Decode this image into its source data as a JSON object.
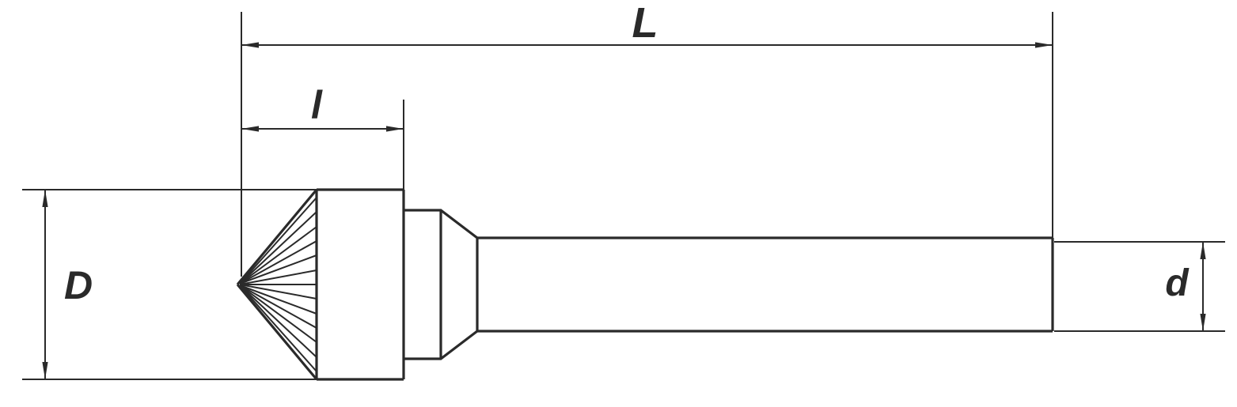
{
  "drawing": {
    "labels": {
      "total_length": "L",
      "flute_length": "l",
      "head_diameter": "D",
      "shank_diameter": "d"
    },
    "colors": {
      "line": "#2a2a2a",
      "background": "#ffffff"
    }
  }
}
